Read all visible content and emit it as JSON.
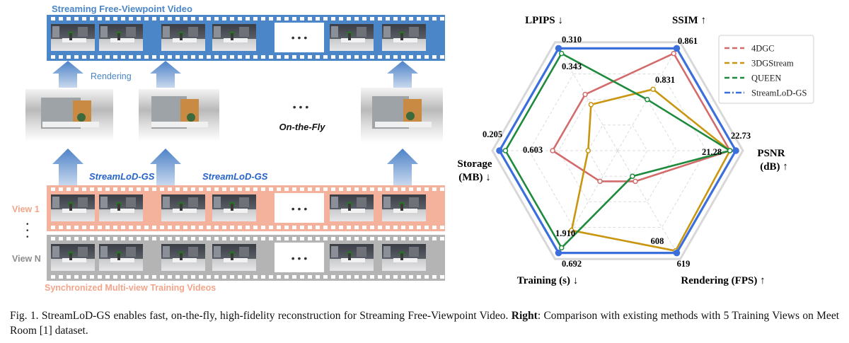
{
  "left_panel": {
    "top_strip_title": "Streaming Free-Viewpoint Video",
    "rendering_label": "Rendering",
    "dots": "• • •",
    "on_the_fly": "On-the-Fly",
    "method_label_1": "StreamLoD-GS",
    "method_label_2": "StreamLoD-GS",
    "view_1_label": "View 1",
    "view_n_label": "View N",
    "vertical_dots": "•",
    "bottom_title": "Synchronized Multi-view Training Videos",
    "colors": {
      "blue": "#4a86c8",
      "orange": "#f2a58a",
      "gray": "#a8a8a8",
      "arrow": "#6f98d2"
    }
  },
  "legend": {
    "items": [
      {
        "label": "4DGC",
        "color": "#d36b6b"
      },
      {
        "label": "3DGStream",
        "color": "#c9960f"
      },
      {
        "label": "QUEEN",
        "color": "#1e8a3c"
      },
      {
        "label": "StreamLoD-GS",
        "color": "#3b6fdc"
      }
    ]
  },
  "chart_data": {
    "type": "radar",
    "axes": [
      "LPIPS ↓",
      "SSIM ↑",
      "PSNR (dB) ↑",
      "Rendering (FPS) ↑",
      "Training (s) ↓",
      "Storage (MB) ↓"
    ],
    "axis_labels": {
      "lpips": "LPIPS ↓",
      "ssim": "SSIM ↑",
      "psnr_1": "PSNR",
      "psnr_2": "(dB) ↑",
      "fps": "Rendering (FPS) ↑",
      "training": "Training (s) ↓",
      "storage_1": "Storage",
      "storage_2": "(MB) ↓"
    },
    "value_labels": {
      "lpips_best": "0.310",
      "lpips_queen": "0.343",
      "ssim_best": "0.861",
      "ssim_4dgc": "0.831",
      "psnr_best": "22.73",
      "psnr_queen": "21.28",
      "fps_best": "619",
      "fps_second": "608",
      "training_best": "0.692",
      "training_second": "1.910",
      "storage_best": "0.205",
      "storage_second": "0.603"
    },
    "series": [
      {
        "name": "4DGC",
        "normalized": [
          0.55,
          0.95,
          0.95,
          0.3,
          0.3,
          0.55
        ]
      },
      {
        "name": "3DGStream",
        "normalized": [
          0.45,
          0.6,
          0.95,
          0.98,
          0.78,
          0.25
        ]
      },
      {
        "name": "QUEEN",
        "normalized": [
          0.95,
          0.5,
          0.95,
          0.25,
          0.95,
          0.95
        ]
      },
      {
        "name": "StreamLoD-GS",
        "normalized": [
          1.0,
          1.0,
          1.0,
          1.0,
          1.0,
          1.0
        ]
      }
    ],
    "range": [
      0,
      1
    ],
    "grid": true,
    "legend_position": "top-right"
  },
  "caption": {
    "prefix": "Fig. 1.  StreamLoD-GS enables fast, on-the-fly, high-fidelity reconstruction for Streaming Free-Viewpoint Video. ",
    "bold": "Right",
    "suffix": ": Comparison with existing methods with 5 Training Views on Meet Room [1] dataset."
  }
}
